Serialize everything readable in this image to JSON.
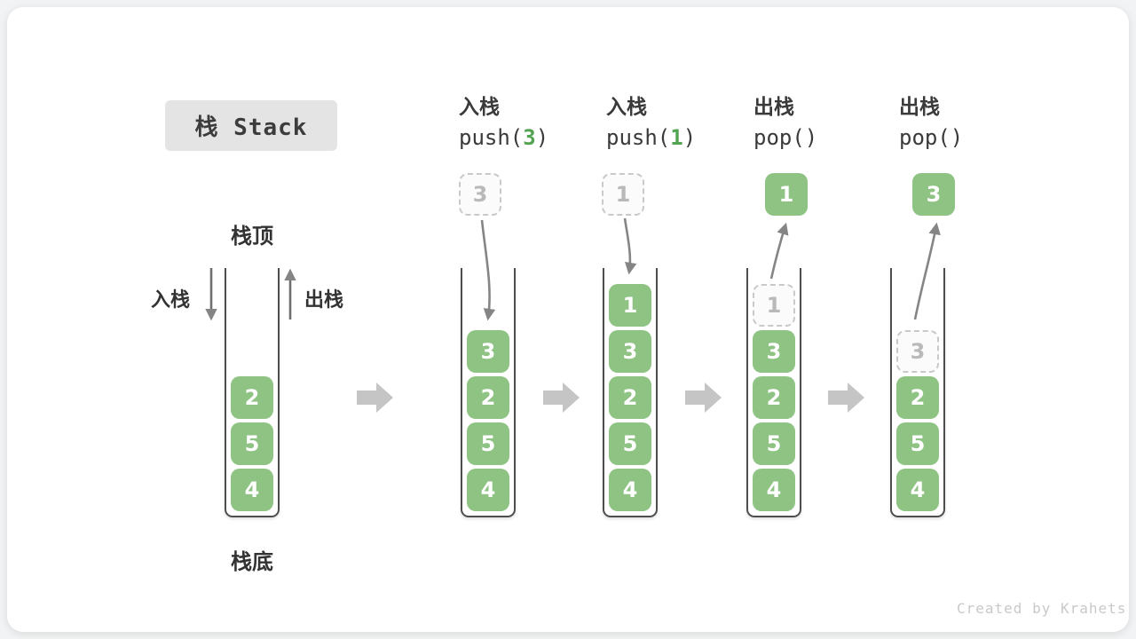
{
  "title": "栈 Stack",
  "credit": "Created by Krahets",
  "colors": {
    "element_green": "#8ec383",
    "argument_green": "#52a352",
    "step_arrow_gray": "#c5c5c5",
    "flow_arrow_gray": "#858585",
    "container_border": "#4e4e4e",
    "ghost_gray": "#c9c9c9"
  },
  "initial": {
    "top_label": "栈顶",
    "bottom_label": "栈底",
    "push_label": "入栈",
    "pop_label": "出栈",
    "stack": [
      {
        "v": "2"
      },
      {
        "v": "5"
      },
      {
        "v": "4"
      }
    ]
  },
  "steps": [
    {
      "op": "入栈",
      "fn": "push(",
      "arg": "3",
      "paren": ")",
      "moving": "3",
      "stack": [
        {
          "v": "3"
        },
        {
          "v": "2"
        },
        {
          "v": "5"
        },
        {
          "v": "4"
        }
      ]
    },
    {
      "op": "入栈",
      "fn": "push(",
      "arg": "1",
      "paren": ")",
      "moving": "1",
      "stack": [
        {
          "v": "1"
        },
        {
          "v": "3"
        },
        {
          "v": "2"
        },
        {
          "v": "5"
        },
        {
          "v": "4"
        }
      ]
    },
    {
      "op": "出栈",
      "fn": "pop(",
      "arg": "",
      "paren": ")",
      "moving": "1",
      "stack": [
        {
          "v": "1",
          "ghost": true
        },
        {
          "v": "3"
        },
        {
          "v": "2"
        },
        {
          "v": "5"
        },
        {
          "v": "4"
        }
      ]
    },
    {
      "op": "出栈",
      "fn": "pop(",
      "arg": "",
      "paren": ")",
      "moving": "3",
      "stack": [
        {
          "v": "3",
          "ghost": true
        },
        {
          "v": "2"
        },
        {
          "v": "5"
        },
        {
          "v": "4"
        }
      ]
    }
  ]
}
